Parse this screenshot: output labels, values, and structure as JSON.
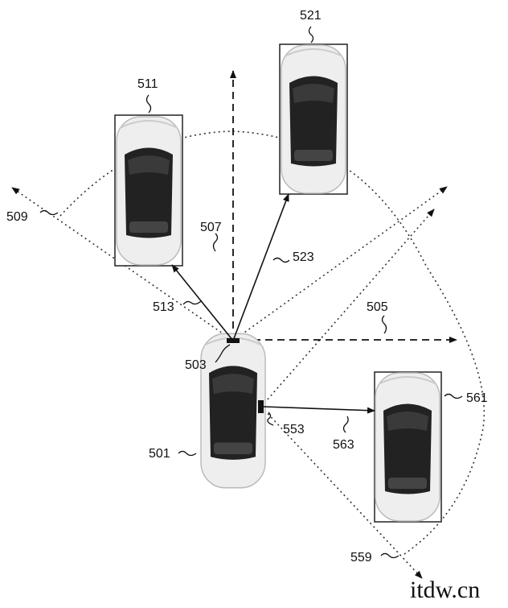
{
  "labels": {
    "host_vehicle": "501",
    "front_sensor": "503",
    "forward_field": "505",
    "center_axis": "507",
    "left_boundary": "509",
    "vehicle_left": "511",
    "vector_left": "513",
    "vehicle_ahead": "521",
    "vector_ahead": "523",
    "side_sensor": "553",
    "side_boundary": "559",
    "vehicle_side": "561",
    "vector_side": "563"
  },
  "watermark": "itdw.cn"
}
